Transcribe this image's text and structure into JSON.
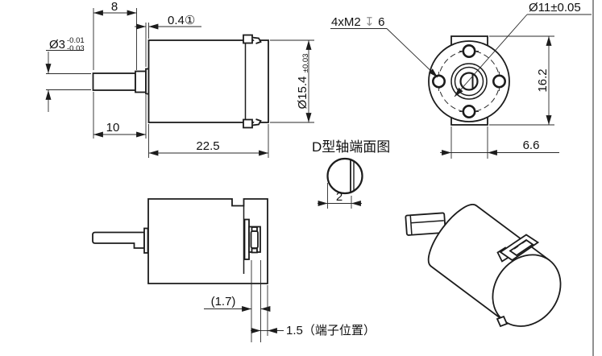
{
  "colors": {
    "line": "#1c1c1c",
    "background": "#ffffff",
    "depth_symbol_gray": "#8f8f8f"
  },
  "side_view": {
    "dim_shaft_flat_length": "8",
    "dim_step": "0.4①",
    "shaft_dia": "Ø3",
    "shaft_dia_tol_upper": "-0.01",
    "shaft_dia_tol_lower": "-0.03",
    "dim_shaft_length": "10",
    "dim_body_length": "22.5",
    "body_dia": "Ø15.4",
    "body_dia_tol": "±0.03"
  },
  "front_view": {
    "screw_spec_prefix": "4xM2",
    "screw_depth_symbol": "↧",
    "screw_depth_value": "6",
    "bolt_circle_dia": "Ø11±0.05",
    "dim_height": "16.2",
    "dim_width": "6.6"
  },
  "d_shaft_detail": {
    "title": "D型轴端面图",
    "dim_flat_width": "2"
  },
  "terminal_view": {
    "dim_terminal_depth": "(1.7)",
    "dim_terminal_position": "1.5（端子位置）"
  }
}
